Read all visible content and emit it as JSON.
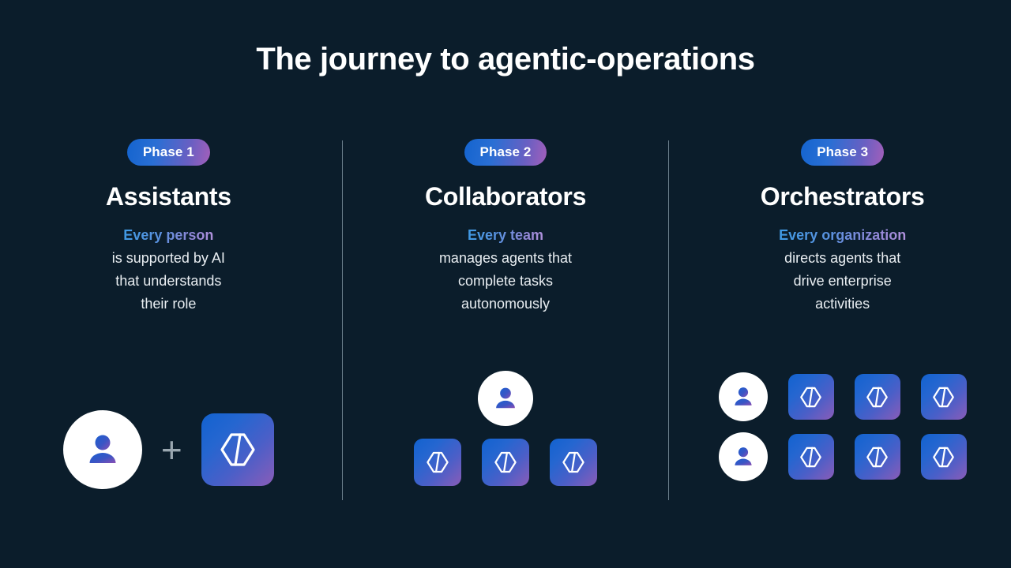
{
  "slide": {
    "title": "The journey to agentic-operations",
    "background_color": "#0b1d2b",
    "accent_gradient_start": "#1464cf",
    "accent_gradient_end": "#a45fba"
  },
  "phases": [
    {
      "badge": "Phase 1",
      "heading": "Assistants",
      "lead": "Every person",
      "body": "is supported by AI\nthat understands\ntheir role",
      "icon_layout": "one-person-plus-one-agent",
      "person_count": 1,
      "agent_count": 1
    },
    {
      "badge": "Phase 2",
      "heading": "Collaborators",
      "lead": "Every team",
      "body": "manages agents that\ncomplete tasks\nautonomously",
      "icon_layout": "one-person-above-three-agents",
      "person_count": 1,
      "agent_count": 3
    },
    {
      "badge": "Phase 3",
      "heading": "Orchestrators",
      "lead": "Every organization",
      "body": "directs agents that\ndrive enterprise\nactivities",
      "icon_layout": "two-rows-person-plus-three-agents",
      "person_count": 2,
      "agent_count": 6
    }
  ],
  "symbols": {
    "plus": "+",
    "person_icon": "person-icon",
    "agent_icon": "agent-code-icon"
  }
}
